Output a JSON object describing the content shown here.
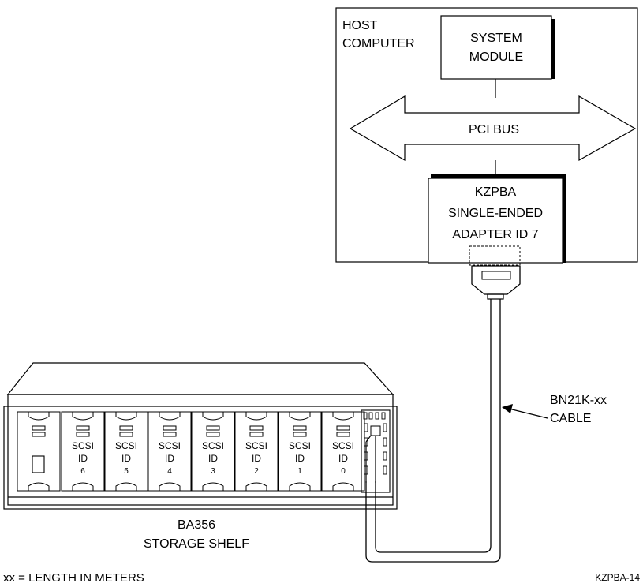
{
  "host": {
    "label_line1": "HOST",
    "label_line2": "COMPUTER",
    "system_module": {
      "line1": "SYSTEM",
      "line2": "MODULE"
    },
    "bus_label": "PCI BUS",
    "adapter": {
      "line1": "KZPBA",
      "line2": "SINGLE-ENDED",
      "line3": "ADAPTER ID 7"
    }
  },
  "cable": {
    "line1": "BN21K-xx",
    "line2": "CABLE"
  },
  "shelf": {
    "line1": "BA356",
    "line2": "STORAGE SHELF",
    "slots": [
      {
        "label": "SCSI",
        "id_label": "ID",
        "id": "6"
      },
      {
        "label": "SCSI",
        "id_label": "ID",
        "id": "5"
      },
      {
        "label": "SCSI",
        "id_label": "ID",
        "id": "4"
      },
      {
        "label": "SCSI",
        "id_label": "ID",
        "id": "3"
      },
      {
        "label": "SCSI",
        "id_label": "ID",
        "id": "2"
      },
      {
        "label": "SCSI",
        "id_label": "ID",
        "id": "1"
      },
      {
        "label": "SCSI",
        "id_label": "ID",
        "id": "0"
      }
    ]
  },
  "legend": "xx = LENGTH IN METERS",
  "figure_id": "KZPBA-14"
}
